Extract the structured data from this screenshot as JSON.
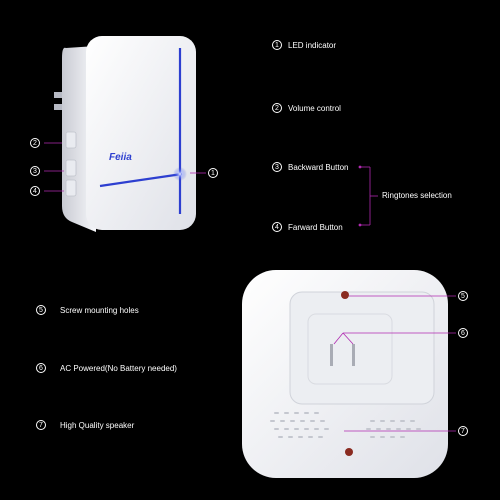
{
  "brand": "Feiia",
  "callout_numbers": [
    "1",
    "2",
    "3",
    "4",
    "5",
    "6",
    "7"
  ],
  "labels_top": {
    "led": {
      "num": "1",
      "text": "LED indicator"
    },
    "volume": {
      "num": "2",
      "text": "Volume control"
    },
    "backward": {
      "num": "3",
      "text": "Backward Button"
    },
    "forward": {
      "num": "4",
      "text": "Farward Button"
    },
    "ringtones": "Ringtones selection"
  },
  "labels_bottom": {
    "screw": {
      "num": "5",
      "text": "Screw mounting holes"
    },
    "ac": {
      "num": "6",
      "text": "AC Powered(No Battery needed)"
    },
    "speaker": {
      "num": "7",
      "text": "High Quality speaker"
    }
  },
  "colors": {
    "background": "#000000",
    "device": "#f4f5f8",
    "led_accent": "#2d3fd0",
    "callout_line": "#b02ab0",
    "dot": "#8a2b20"
  }
}
